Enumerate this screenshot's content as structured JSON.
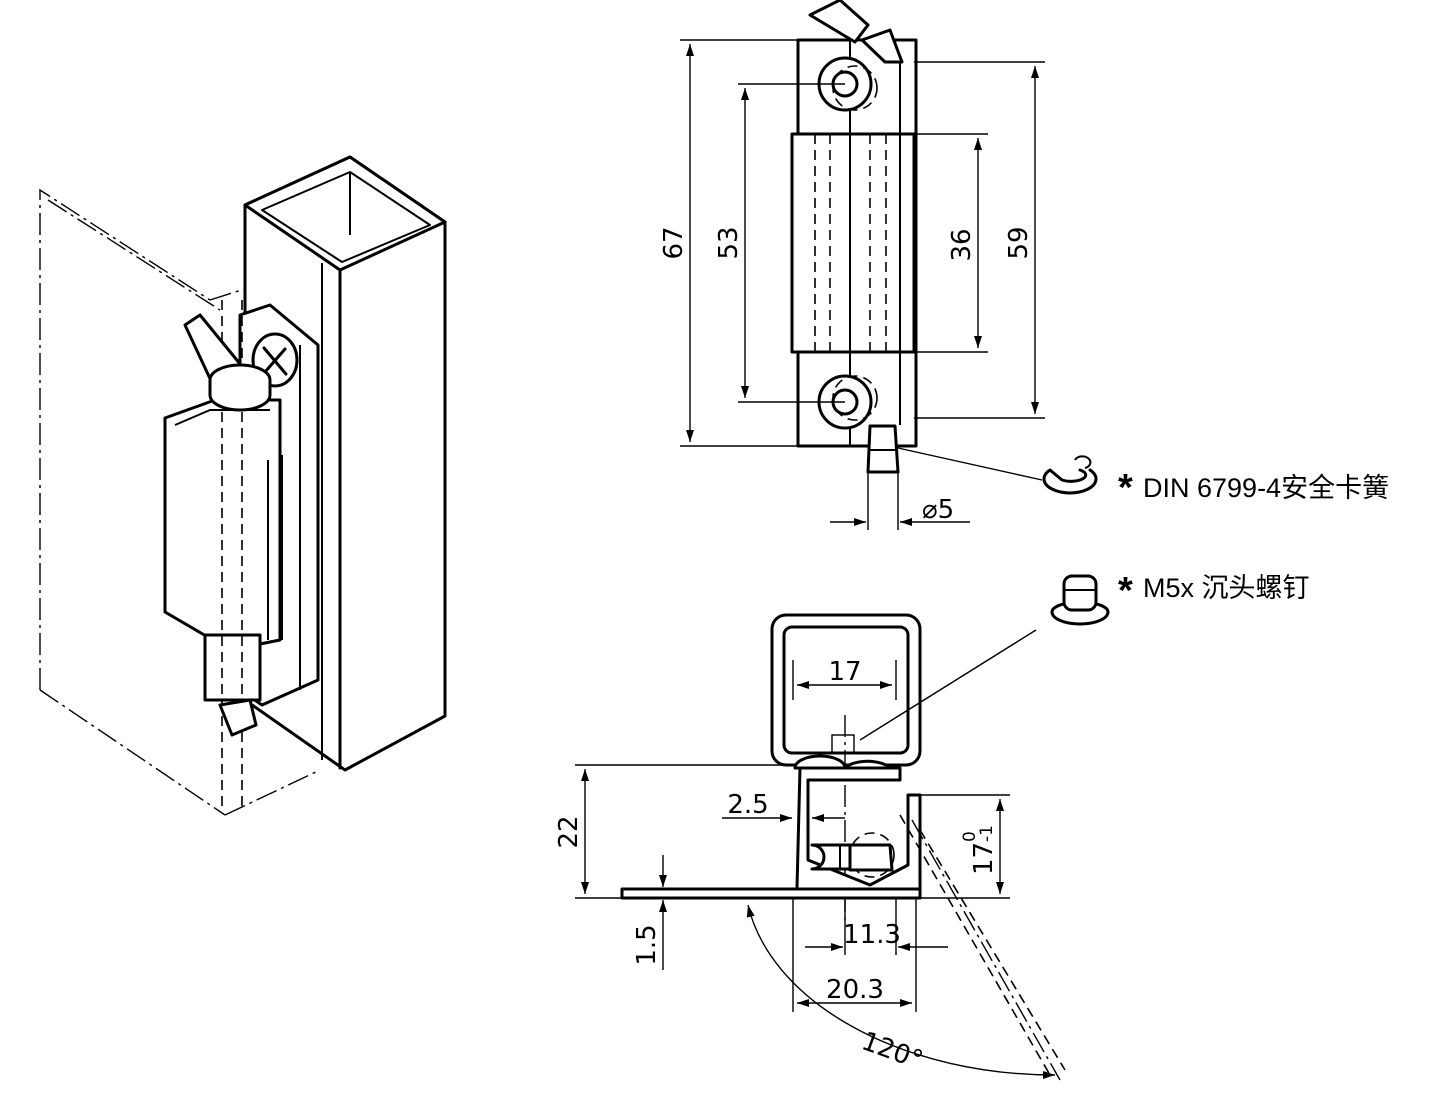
{
  "dimensions": {
    "overall_length": "67",
    "screw_spacing": "53",
    "leaf_length": "36",
    "leaf_length_2": "59",
    "pin_diameter": "⌀5",
    "tube_width": "17",
    "offset": "2.5",
    "height": "22",
    "sheet_thickness": "1.5",
    "leaf_height": "17",
    "leaf_height_tol_upper": "0",
    "leaf_height_tol_lower": "-1",
    "pin_offset": "11.3",
    "overall_width": "20.3",
    "opening_angle": "120°"
  },
  "callouts": {
    "circlip_star": "*",
    "circlip_label": "DIN 6799-4安全卡簧",
    "screw_star": "*",
    "screw_label": "M5x 沉头螺钉"
  }
}
